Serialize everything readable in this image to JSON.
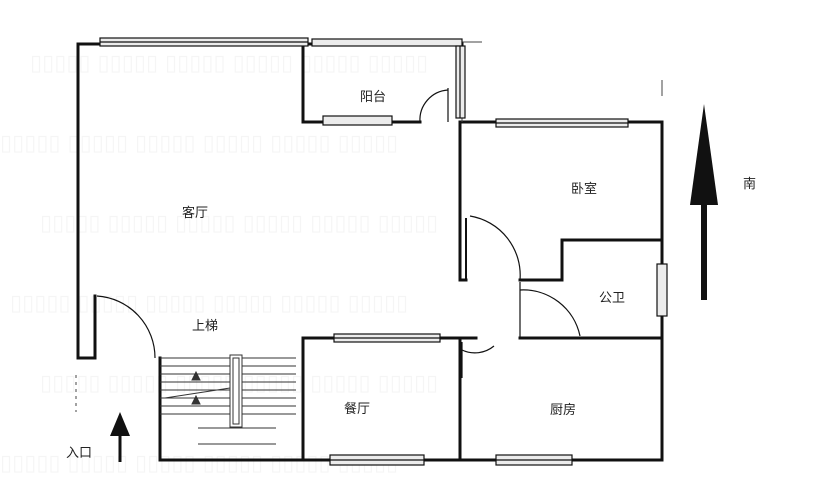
{
  "rooms": {
    "balcony": "阳台",
    "living_room": "客厅",
    "bedroom": "卧室",
    "bathroom": "公卫",
    "stairs_up": "上梯",
    "dining_room": "餐厅",
    "kitchen": "厨房",
    "entrance": "入口"
  },
  "orientation": {
    "label": "南"
  },
  "colors": {
    "wall": "#111111",
    "window_fill": "#ececec",
    "background": "#ffffff"
  },
  "icons": [
    "north-arrow-icon",
    "entrance-arrow-icon"
  ]
}
